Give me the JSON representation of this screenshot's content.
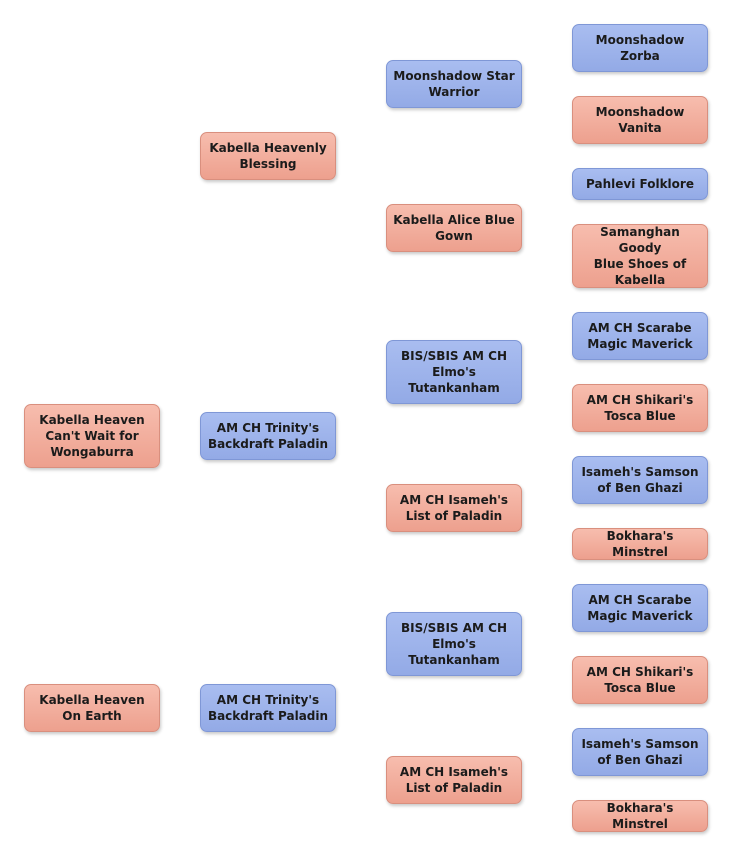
{
  "colors": {
    "male": "#9fb5ec",
    "female": "#f2ae9f"
  },
  "pedigrees": [
    {
      "subject": "Kabella  Heaven\nCan't Wait for\nWongaburra",
      "sire": "AM CH Trinity's\nBackdraft Paladin",
      "dam": "Kabella  Heavenly\nBlessing",
      "sire_sire": "BIS/SBIS AM CH\nElmo's\nTutankanham",
      "sire_dam": "AM CH Isameh's\nList of Paladin",
      "dam_sire": "Moonshadow Star\nWarrior",
      "dam_dam": "Kabella Alice Blue\nGown",
      "sire_sire_sire": "AM CH Scarabe\nMagic Maverick",
      "sire_sire_dam": "AM CH Shikari's\nTosca Blue",
      "sire_dam_sire": "Isameh's Samson\nof Ben Ghazi",
      "sire_dam_dam": "Bokhara's Minstrel",
      "dam_sire_sire": "Moonshadow\nZorba",
      "dam_sire_dam": "Moonshadow\nVanita",
      "dam_dam_sire": "Pahlevi Folklore",
      "dam_dam_dam": "Samanghan Goody\nBlue Shoes of\nKabella"
    },
    {
      "subject": "Kabella  Heaven\nOn Earth",
      "sire": "AM CH Trinity's\nBackdraft Paladin",
      "sire_sire": "BIS/SBIS AM CH\nElmo's\nTutankanham",
      "sire_dam": "AM CH Isameh's\nList of Paladin",
      "sire_sire_sire": "AM CH Scarabe\nMagic Maverick",
      "sire_sire_dam": "AM CH Shikari's\nTosca Blue",
      "sire_dam_sire": "Isameh's Samson\nof Ben Ghazi",
      "sire_dam_dam": "Bokhara's Minstrel"
    }
  ]
}
